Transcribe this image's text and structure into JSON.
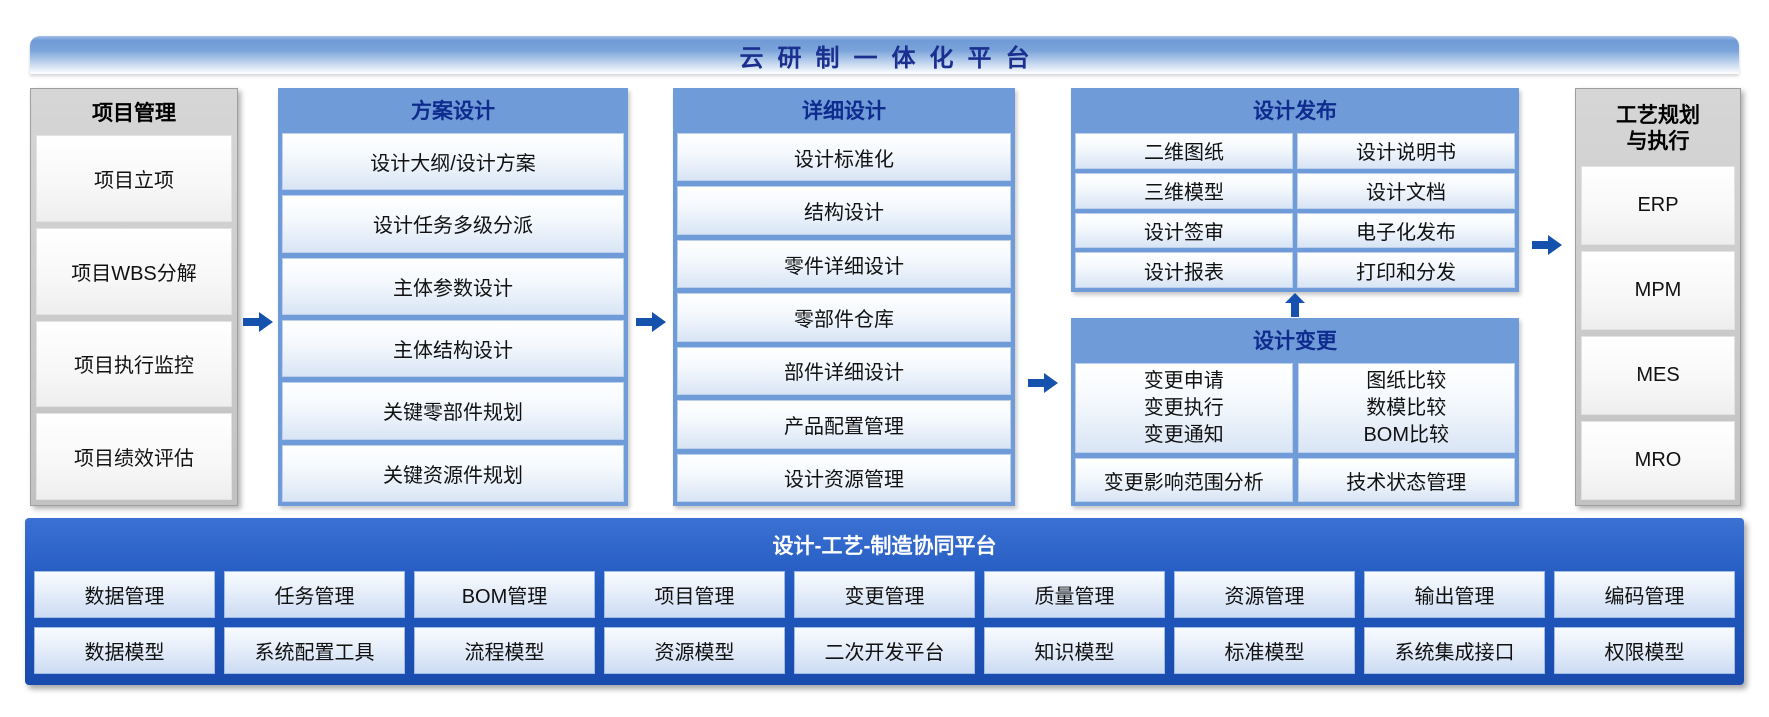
{
  "banner": {
    "title": "云研制一体化平台"
  },
  "project_management": {
    "title": "项目管理",
    "items": [
      "项目立项",
      "项目WBS分解",
      "项目执行监控",
      "项目绩效评估"
    ]
  },
  "scheme_design": {
    "title": "方案设计",
    "items": [
      "设计大纲/设计方案",
      "设计任务多级分派",
      "主体参数设计",
      "主体结构设计",
      "关键零部件规划",
      "关键资源件规划"
    ]
  },
  "detailed_design": {
    "title": "详细设计",
    "items": [
      "设计标准化",
      "结构设计",
      "零件详细设计",
      "零部件仓库",
      "部件详细设计",
      "产品配置管理",
      "设计资源管理"
    ]
  },
  "design_release": {
    "title": "设计发布",
    "cells": [
      [
        "二维图纸",
        "设计说明书"
      ],
      [
        "三维模型",
        "设计文档"
      ],
      [
        "设计签审",
        "电子化发布"
      ],
      [
        "设计报表",
        "打印和分发"
      ]
    ]
  },
  "design_change": {
    "title": "设计变更",
    "left_group": [
      "变更申请",
      "变更执行",
      "变更通知"
    ],
    "right_group": [
      "图纸比较",
      "数模比较",
      "BOM比较"
    ],
    "bottom_row": [
      "变更影响范围分析",
      "技术状态管理"
    ]
  },
  "process_planning": {
    "title_lines": [
      "工艺规划",
      "与执行"
    ],
    "items": [
      "ERP",
      "MPM",
      "MES",
      "MRO"
    ]
  },
  "platform": {
    "title": "设计-工艺-制造协同平台",
    "row1": [
      "数据管理",
      "任务管理",
      "BOM管理",
      "项目管理",
      "变更管理",
      "质量管理",
      "资源管理",
      "输出管理",
      "编码管理"
    ],
    "row2": [
      "数据模型",
      "系统配置工具",
      "流程模型",
      "资源模型",
      "二次开发平台",
      "知识模型",
      "标准模型",
      "系统集成接口",
      "权限模型"
    ]
  },
  "colors": {
    "panel_blue": "#6f9bd8",
    "navy_header_text": "#0e2b8d",
    "banner_text": "#1b2f8e",
    "arrow_blue": "#1552ad",
    "platform_blue": "#2057bd",
    "grey_panel": "#c9c9c9"
  }
}
